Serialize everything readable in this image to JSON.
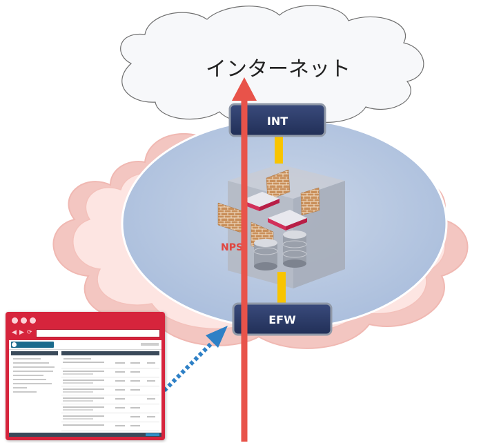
{
  "cloud_label": "インターネット",
  "nodes": {
    "int_label": "INT",
    "efw_label": "EFW",
    "nps_label": "NPS"
  },
  "colors": {
    "node_fill": "#2b3a66",
    "node_border": "#9099a8",
    "traffic_arrow": "#e8534a",
    "access_arrow": "#2e80c6",
    "link": "#f8c400",
    "browser_frame": "#d6243c",
    "nps_text": "#e0463f"
  },
  "icons": {
    "cloud": "internet-cloud-icon",
    "firewall": "brick-firewall-icon",
    "router": "router-icon",
    "storage": "storage-disk-icon",
    "browser": "browser-window-icon"
  }
}
